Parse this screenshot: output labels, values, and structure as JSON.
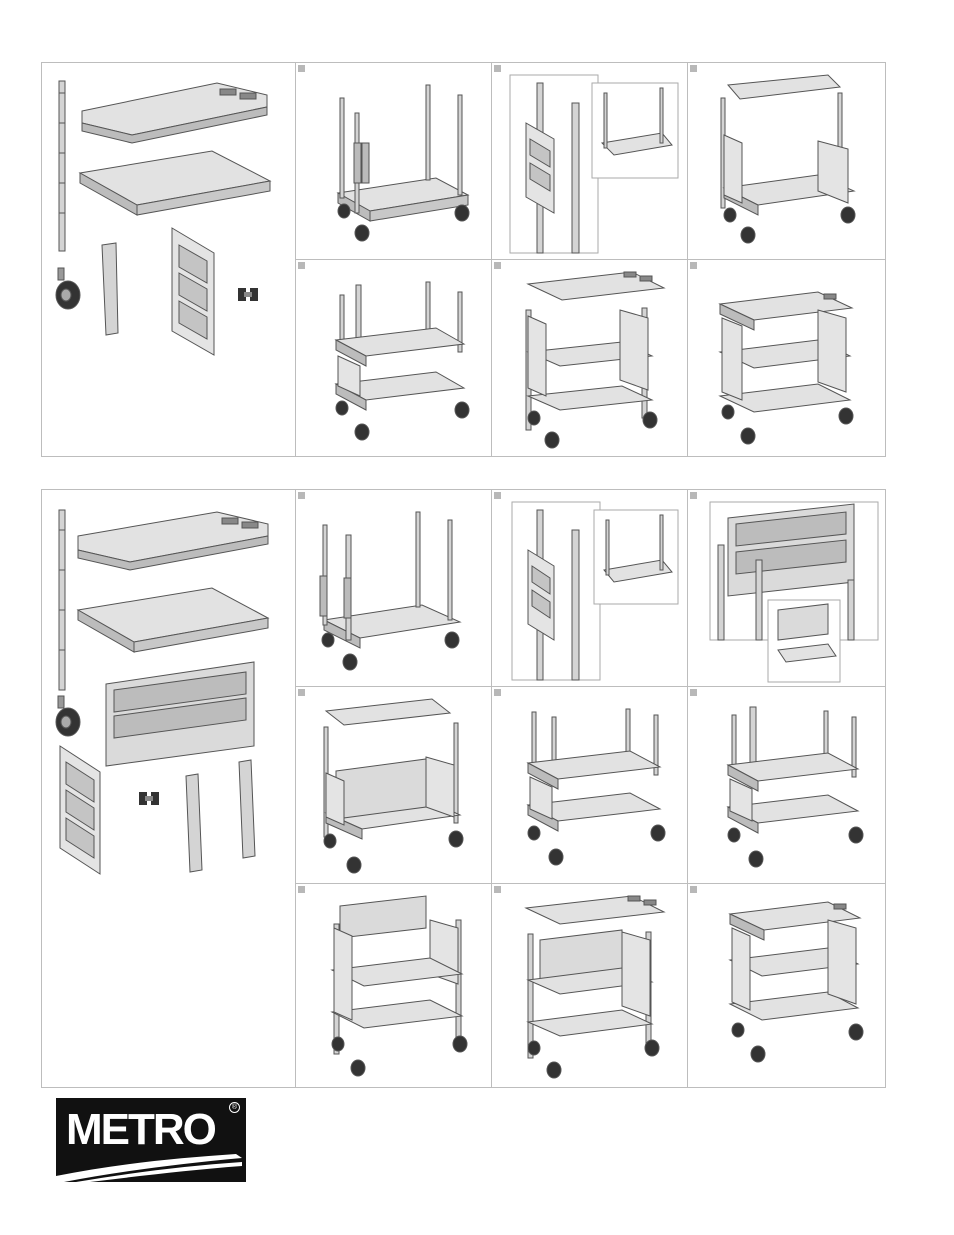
{
  "brand": {
    "name": "METRO",
    "registered_mark": "®",
    "colors": {
      "ink": "#111111",
      "frame": "#bdbdbd",
      "part_fill": "#d4d4d4",
      "part_stroke": "#555555"
    }
  },
  "diagrams": [
    {
      "id": "three-shelf-cart-open-ends",
      "parts": [
        "post",
        "top-shelf-with-handle",
        "shelf",
        "caster",
        "post-sleeve",
        "end-panel",
        "clip"
      ],
      "steps": [
        {
          "name": "step-1",
          "icon": "cart-base-with-posts"
        },
        {
          "name": "step-2",
          "icon": "attach-end-panel"
        },
        {
          "name": "step-3",
          "icon": "add-second-shelf"
        },
        {
          "name": "step-4",
          "icon": "insert-upper-posts"
        },
        {
          "name": "step-5",
          "icon": "add-top-shelf"
        },
        {
          "name": "step-6",
          "icon": "completed-cart"
        }
      ]
    },
    {
      "id": "three-shelf-cart-enclosed",
      "parts": [
        "post",
        "top-shelf-with-handle",
        "shelf",
        "caster",
        "back-panel",
        "end-panel",
        "clip",
        "post-sleeve"
      ],
      "steps": [
        {
          "name": "step-1",
          "icon": "cart-base-with-posts"
        },
        {
          "name": "step-2",
          "icon": "attach-end-panel"
        },
        {
          "name": "step-3",
          "icon": "attach-back-panel"
        },
        {
          "name": "step-4",
          "icon": "add-second-shelf"
        },
        {
          "name": "step-5",
          "icon": "two-shelf-frame"
        },
        {
          "name": "step-6",
          "icon": "insert-upper-posts"
        },
        {
          "name": "step-7",
          "icon": "add-upper-back-panel"
        },
        {
          "name": "step-8",
          "icon": "add-top-shelf"
        },
        {
          "name": "step-9",
          "icon": "completed-cart"
        }
      ]
    }
  ]
}
